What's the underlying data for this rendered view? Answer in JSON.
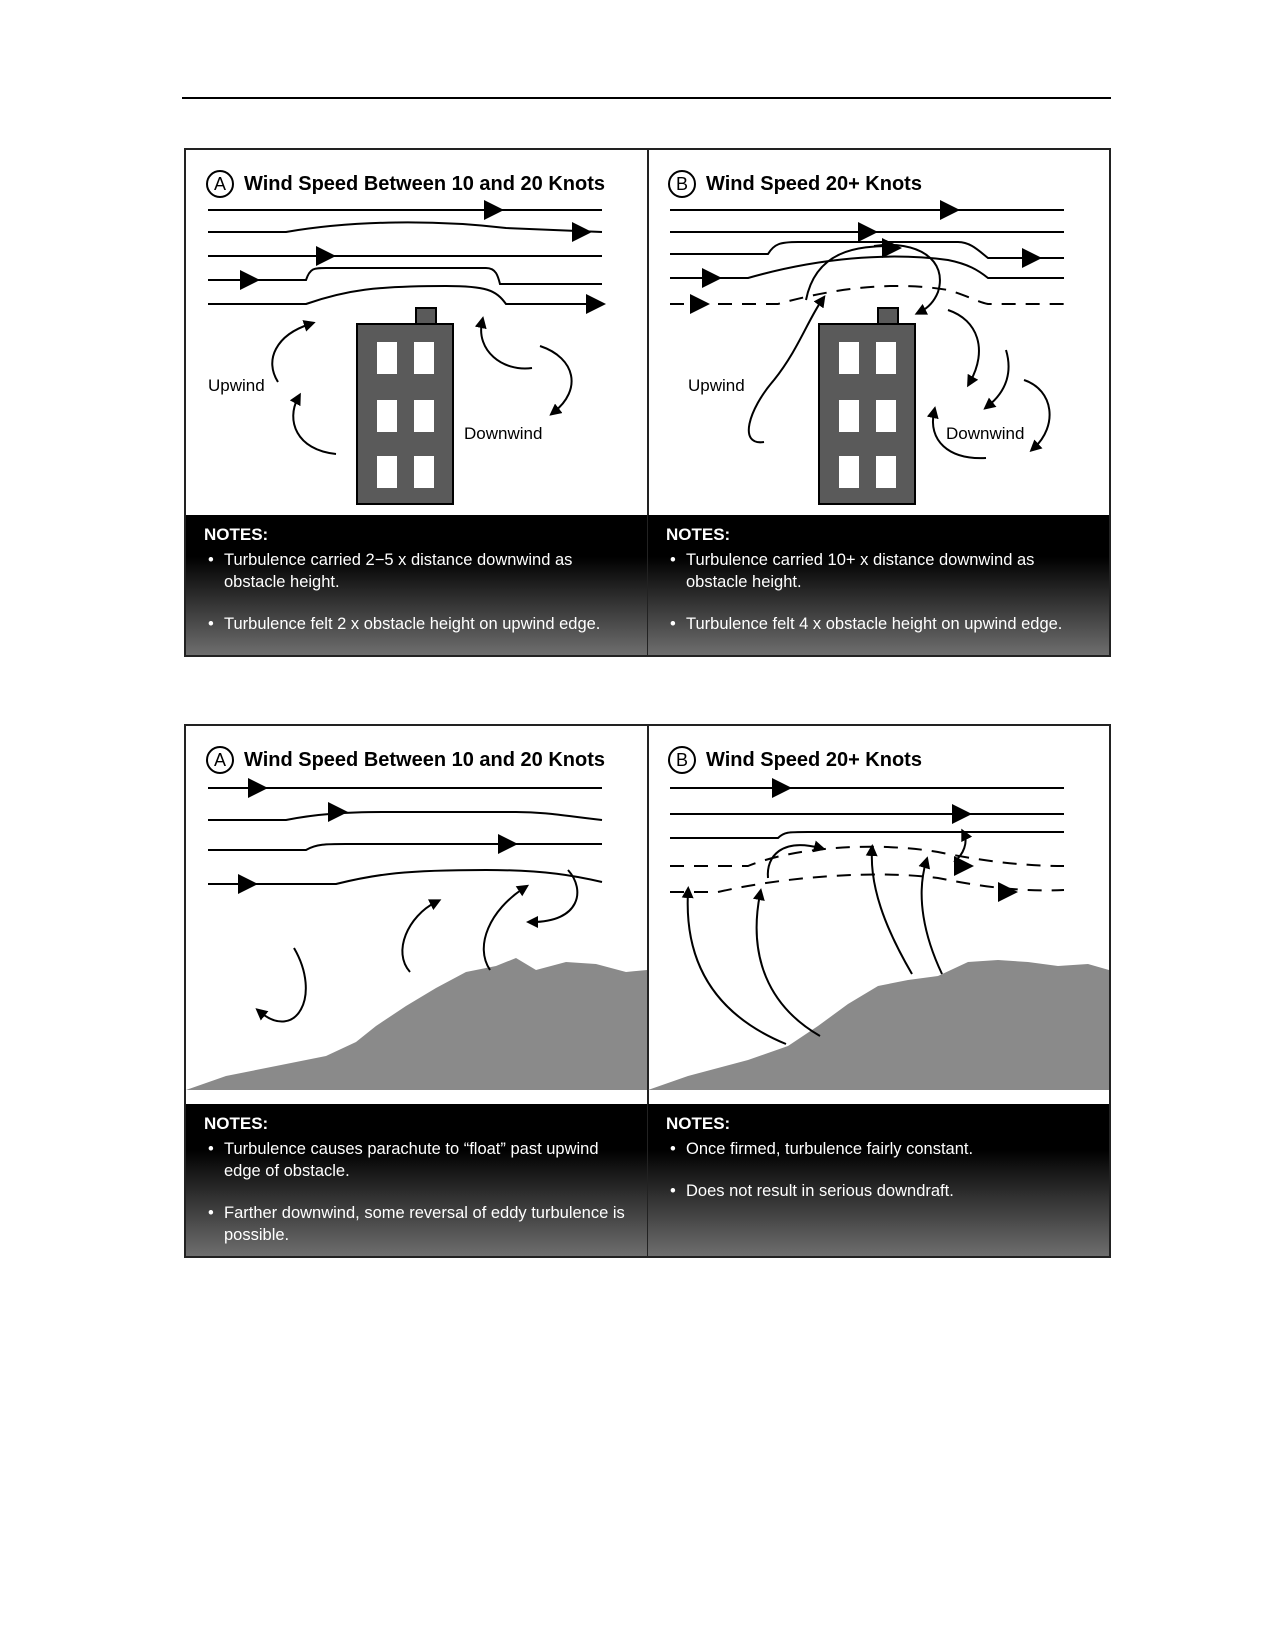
{
  "figure1": {
    "panel_a": {
      "badge": "A",
      "title": "Wind Speed Between 10 and 20 Knots",
      "upwind_label": "Upwind",
      "downwind_label": "Downwind",
      "notes_heading": "NOTES:",
      "notes": [
        "Turbulence carried 2−5 x distance downwind as obstacle height.",
        "Turbulence felt 2 x obstacle height on upwind edge."
      ]
    },
    "panel_b": {
      "badge": "B",
      "title": "Wind Speed 20+ Knots",
      "upwind_label": "Upwind",
      "downwind_label": "Downwind",
      "notes_heading": "NOTES:",
      "notes": [
        "Turbulence carried 10+ x distance downwind as obstacle height.",
        "Turbulence felt 4 x obstacle height on upwind edge."
      ]
    }
  },
  "figure2": {
    "panel_a": {
      "badge": "A",
      "title": "Wind Speed Between 10 and 20 Knots",
      "notes_heading": "NOTES:",
      "notes": [
        "Turbulence causes parachute to “float” past upwind edge of obstacle.",
        "Farther downwind, some reversal of eddy turbulence is possible."
      ]
    },
    "panel_b": {
      "badge": "B",
      "title": "Wind Speed 20+ Knots",
      "notes_heading": "NOTES:",
      "notes": [
        "Once firmed, turbulence fairly constant.",
        "Does not result in serious downdraft."
      ]
    }
  },
  "colors": {
    "building": "#5a5a5a",
    "window": "#ffffff",
    "terrain": "#8a8a8a",
    "notes_top": "#000000",
    "notes_bottom": "#6e6e6e"
  }
}
